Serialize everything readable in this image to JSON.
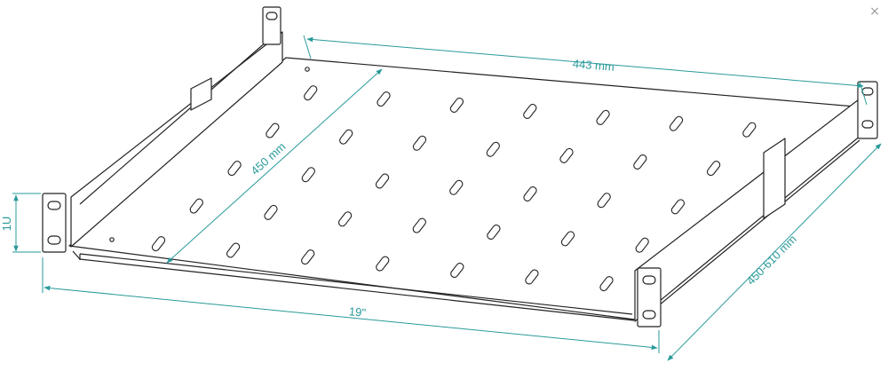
{
  "viewer": {
    "close_glyph": "×"
  },
  "diagram": {
    "line_color": "#222222",
    "dimension_color": "#2a9a9a",
    "labels": {
      "width": "443 mm",
      "depth": "450 mm",
      "height": "1U",
      "rack_size": "19\"",
      "rail_range": "450-610 mm"
    }
  }
}
